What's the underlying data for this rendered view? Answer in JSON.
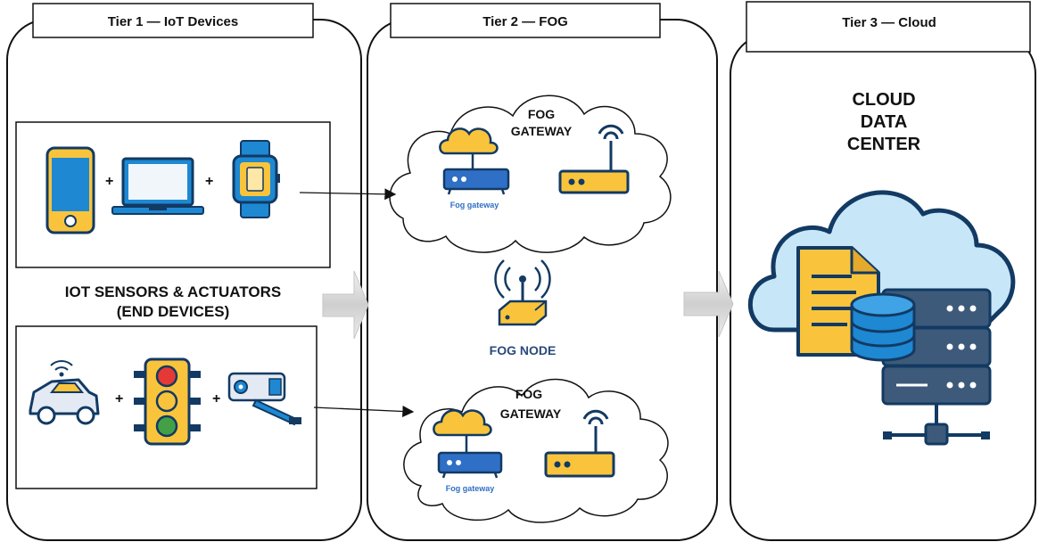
{
  "tiers": [
    {
      "header": "Tier 1 — IoT Devices"
    },
    {
      "header": "Tier 2 — FOG"
    },
    {
      "header": "Tier 3 — Cloud"
    }
  ],
  "tier1": {
    "label_line1": "IOT SENSORS & ACTUATORS",
    "label_line2": "(END DEVICES)",
    "plus": "+",
    "top_devices": [
      "smartphone-icon",
      "laptop-icon",
      "smartwatch-icon"
    ],
    "bottom_devices": [
      "connected-car-icon",
      "traffic-light-icon",
      "security-camera-icon"
    ]
  },
  "tier2": {
    "gateway_top_line1": "FOG",
    "gateway_top_line2": "GATEWAY",
    "gateway_top_caption": "Fog gateway",
    "gateway_bottom_line1": "FOG",
    "gateway_bottom_line2": "GATEWAY",
    "gateway_bottom_caption": "Fog gateway",
    "fog_node_label": "FOG NODE"
  },
  "tier3": {
    "line1": "CLOUD",
    "line2": "DATA",
    "line3": "CENTER"
  },
  "colors": {
    "phone_blue": "#1e88d2",
    "device_yellow": "#f9c43c",
    "router_blue": "#2f6fc6",
    "dark_navy": "#123a63",
    "cloud_light_blue": "#c7e6f7",
    "server_slate": "#3d5a7a",
    "traffic_red": "#e53935",
    "traffic_green": "#43a047",
    "arrow_grey": "#d8d8d8"
  }
}
